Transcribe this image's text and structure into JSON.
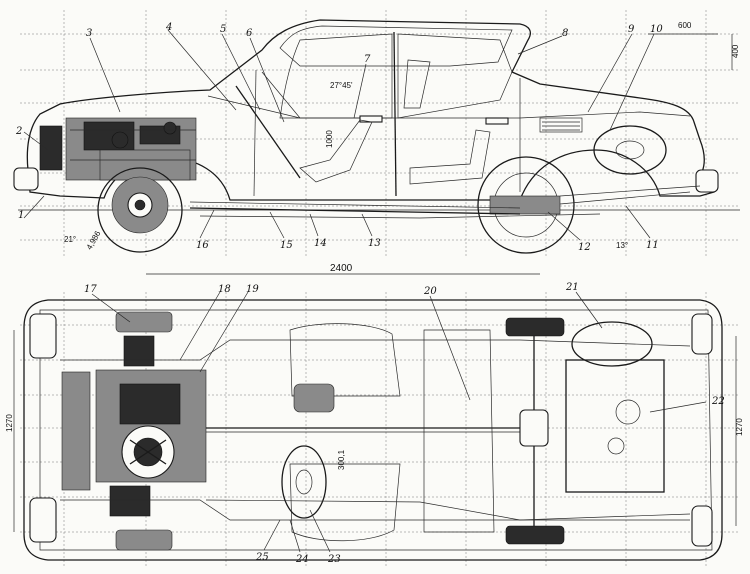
{
  "side_view": {
    "callouts": [
      "1",
      "2",
      "3",
      "4",
      "5",
      "6",
      "7",
      "8",
      "9",
      "10",
      "11",
      "12",
      "13",
      "14",
      "15",
      "16"
    ],
    "dimensions": {
      "top_right_width": "600",
      "right_height": "400",
      "wheelbase": "2400",
      "angle_front": "21°",
      "angle_rear": "13°",
      "front_small": "4,986",
      "angle_seat": "27°45'",
      "seat_mark": "1000"
    }
  },
  "plan_view": {
    "callouts": [
      "17",
      "18",
      "19",
      "20",
      "21",
      "22",
      "23",
      "24",
      "25"
    ],
    "dimensions": {
      "track_left": "1270",
      "track_right": "1270",
      "steering_offset": "300,1"
    }
  }
}
